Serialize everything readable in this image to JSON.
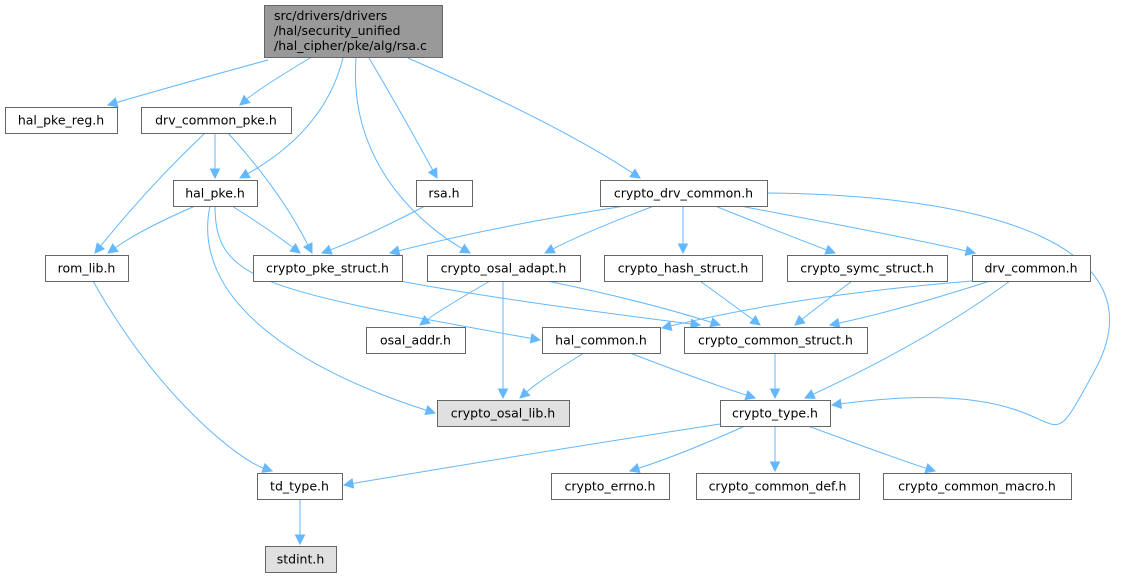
{
  "title": "Include dependency graph for rsa.c",
  "colors": {
    "root_fill": "#999999",
    "node_fill": "#ffffff",
    "external_fill": "#e0e0e0",
    "border": "#666666",
    "edge": "#63b8ff"
  },
  "nodes": [
    {
      "id": "root",
      "lines": [
        "src/drivers/drivers",
        "/hal/security_unified",
        "/hal_cipher/pke/alg/rsa.c"
      ],
      "kind": "root"
    },
    {
      "id": "hal_pke_reg",
      "lines": [
        "hal_pke_reg.h"
      ],
      "kind": "normal"
    },
    {
      "id": "drv_common_pke",
      "lines": [
        "drv_common_pke.h"
      ],
      "kind": "normal"
    },
    {
      "id": "hal_pke",
      "lines": [
        "hal_pke.h"
      ],
      "kind": "normal"
    },
    {
      "id": "rsa",
      "lines": [
        "rsa.h"
      ],
      "kind": "normal"
    },
    {
      "id": "crypto_drv_common",
      "lines": [
        "crypto_drv_common.h"
      ],
      "kind": "normal"
    },
    {
      "id": "rom_lib",
      "lines": [
        "rom_lib.h"
      ],
      "kind": "normal"
    },
    {
      "id": "crypto_pke_struct",
      "lines": [
        "crypto_pke_struct.h"
      ],
      "kind": "normal"
    },
    {
      "id": "crypto_osal_adapt",
      "lines": [
        "crypto_osal_adapt.h"
      ],
      "kind": "normal"
    },
    {
      "id": "crypto_hash_struct",
      "lines": [
        "crypto_hash_struct.h"
      ],
      "kind": "normal"
    },
    {
      "id": "crypto_symc_struct",
      "lines": [
        "crypto_symc_struct.h"
      ],
      "kind": "normal"
    },
    {
      "id": "drv_common",
      "lines": [
        "drv_common.h"
      ],
      "kind": "normal"
    },
    {
      "id": "osal_addr",
      "lines": [
        "osal_addr.h"
      ],
      "kind": "normal"
    },
    {
      "id": "hal_common",
      "lines": [
        "hal_common.h"
      ],
      "kind": "normal"
    },
    {
      "id": "crypto_common_struct",
      "lines": [
        "crypto_common_struct.h"
      ],
      "kind": "normal"
    },
    {
      "id": "crypto_osal_lib",
      "lines": [
        "crypto_osal_lib.h"
      ],
      "kind": "external"
    },
    {
      "id": "crypto_type",
      "lines": [
        "crypto_type.h"
      ],
      "kind": "normal"
    },
    {
      "id": "td_type",
      "lines": [
        "td_type.h"
      ],
      "kind": "normal"
    },
    {
      "id": "crypto_errno",
      "lines": [
        "crypto_errno.h"
      ],
      "kind": "normal"
    },
    {
      "id": "crypto_common_def",
      "lines": [
        "crypto_common_def.h"
      ],
      "kind": "normal"
    },
    {
      "id": "crypto_common_macro",
      "lines": [
        "crypto_common_macro.h"
      ],
      "kind": "normal"
    },
    {
      "id": "stdint",
      "lines": [
        "stdint.h"
      ],
      "kind": "external"
    }
  ],
  "edges": [
    {
      "from": "root",
      "to": "hal_pke_reg"
    },
    {
      "from": "root",
      "to": "drv_common_pke"
    },
    {
      "from": "root",
      "to": "hal_pke"
    },
    {
      "from": "root",
      "to": "crypto_osal_adapt"
    },
    {
      "from": "root",
      "to": "rsa"
    },
    {
      "from": "root",
      "to": "crypto_drv_common"
    },
    {
      "from": "drv_common_pke",
      "to": "hal_pke"
    },
    {
      "from": "drv_common_pke",
      "to": "rom_lib"
    },
    {
      "from": "drv_common_pke",
      "to": "crypto_pke_struct"
    },
    {
      "from": "hal_pke",
      "to": "rom_lib"
    },
    {
      "from": "hal_pke",
      "to": "crypto_pke_struct"
    },
    {
      "from": "hal_pke",
      "to": "hal_common"
    },
    {
      "from": "hal_pke",
      "to": "crypto_osal_lib"
    },
    {
      "from": "rsa",
      "to": "crypto_pke_struct"
    },
    {
      "from": "crypto_drv_common",
      "to": "crypto_pke_struct"
    },
    {
      "from": "crypto_drv_common",
      "to": "crypto_osal_adapt"
    },
    {
      "from": "crypto_drv_common",
      "to": "crypto_hash_struct"
    },
    {
      "from": "crypto_drv_common",
      "to": "crypto_symc_struct"
    },
    {
      "from": "crypto_drv_common",
      "to": "drv_common"
    },
    {
      "from": "crypto_drv_common",
      "to": "crypto_type"
    },
    {
      "from": "rom_lib",
      "to": "td_type"
    },
    {
      "from": "crypto_pke_struct",
      "to": "crypto_common_struct"
    },
    {
      "from": "crypto_osal_adapt",
      "to": "osal_addr"
    },
    {
      "from": "crypto_osal_adapt",
      "to": "crypto_osal_lib"
    },
    {
      "from": "crypto_osal_adapt",
      "to": "crypto_common_struct"
    },
    {
      "from": "crypto_hash_struct",
      "to": "crypto_common_struct"
    },
    {
      "from": "crypto_symc_struct",
      "to": "crypto_common_struct"
    },
    {
      "from": "drv_common",
      "to": "hal_common"
    },
    {
      "from": "drv_common",
      "to": "crypto_common_struct"
    },
    {
      "from": "drv_common",
      "to": "crypto_type"
    },
    {
      "from": "hal_common",
      "to": "crypto_osal_lib"
    },
    {
      "from": "hal_common",
      "to": "crypto_type"
    },
    {
      "from": "crypto_common_struct",
      "to": "crypto_type"
    },
    {
      "from": "crypto_type",
      "to": "td_type"
    },
    {
      "from": "crypto_type",
      "to": "crypto_errno"
    },
    {
      "from": "crypto_type",
      "to": "crypto_common_def"
    },
    {
      "from": "crypto_type",
      "to": "crypto_common_macro"
    },
    {
      "from": "td_type",
      "to": "stdint"
    }
  ]
}
